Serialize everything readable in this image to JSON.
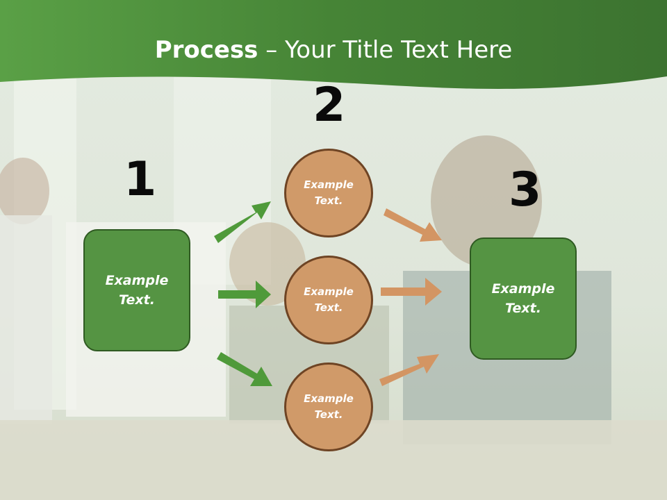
{
  "title": {
    "bold": "Process",
    "rest": " – Your Title Text Here"
  },
  "steps": {
    "n1": "1",
    "n2": "2",
    "n3": "3"
  },
  "box_left": {
    "line1": "Example",
    "line2": "Text."
  },
  "box_right": {
    "line1": "Example",
    "line2": "Text."
  },
  "circles": [
    {
      "line1": "Example",
      "line2": "Text."
    },
    {
      "line1": "Example",
      "line2": "Text."
    },
    {
      "line1": "Example",
      "line2": "Text."
    }
  ],
  "colors": {
    "header_green": "#4d8a3a",
    "box_green": "#559443",
    "circle_orange": "#d09a69",
    "arrow_green": "#4f9a3a",
    "arrow_orange": "#d39563"
  }
}
